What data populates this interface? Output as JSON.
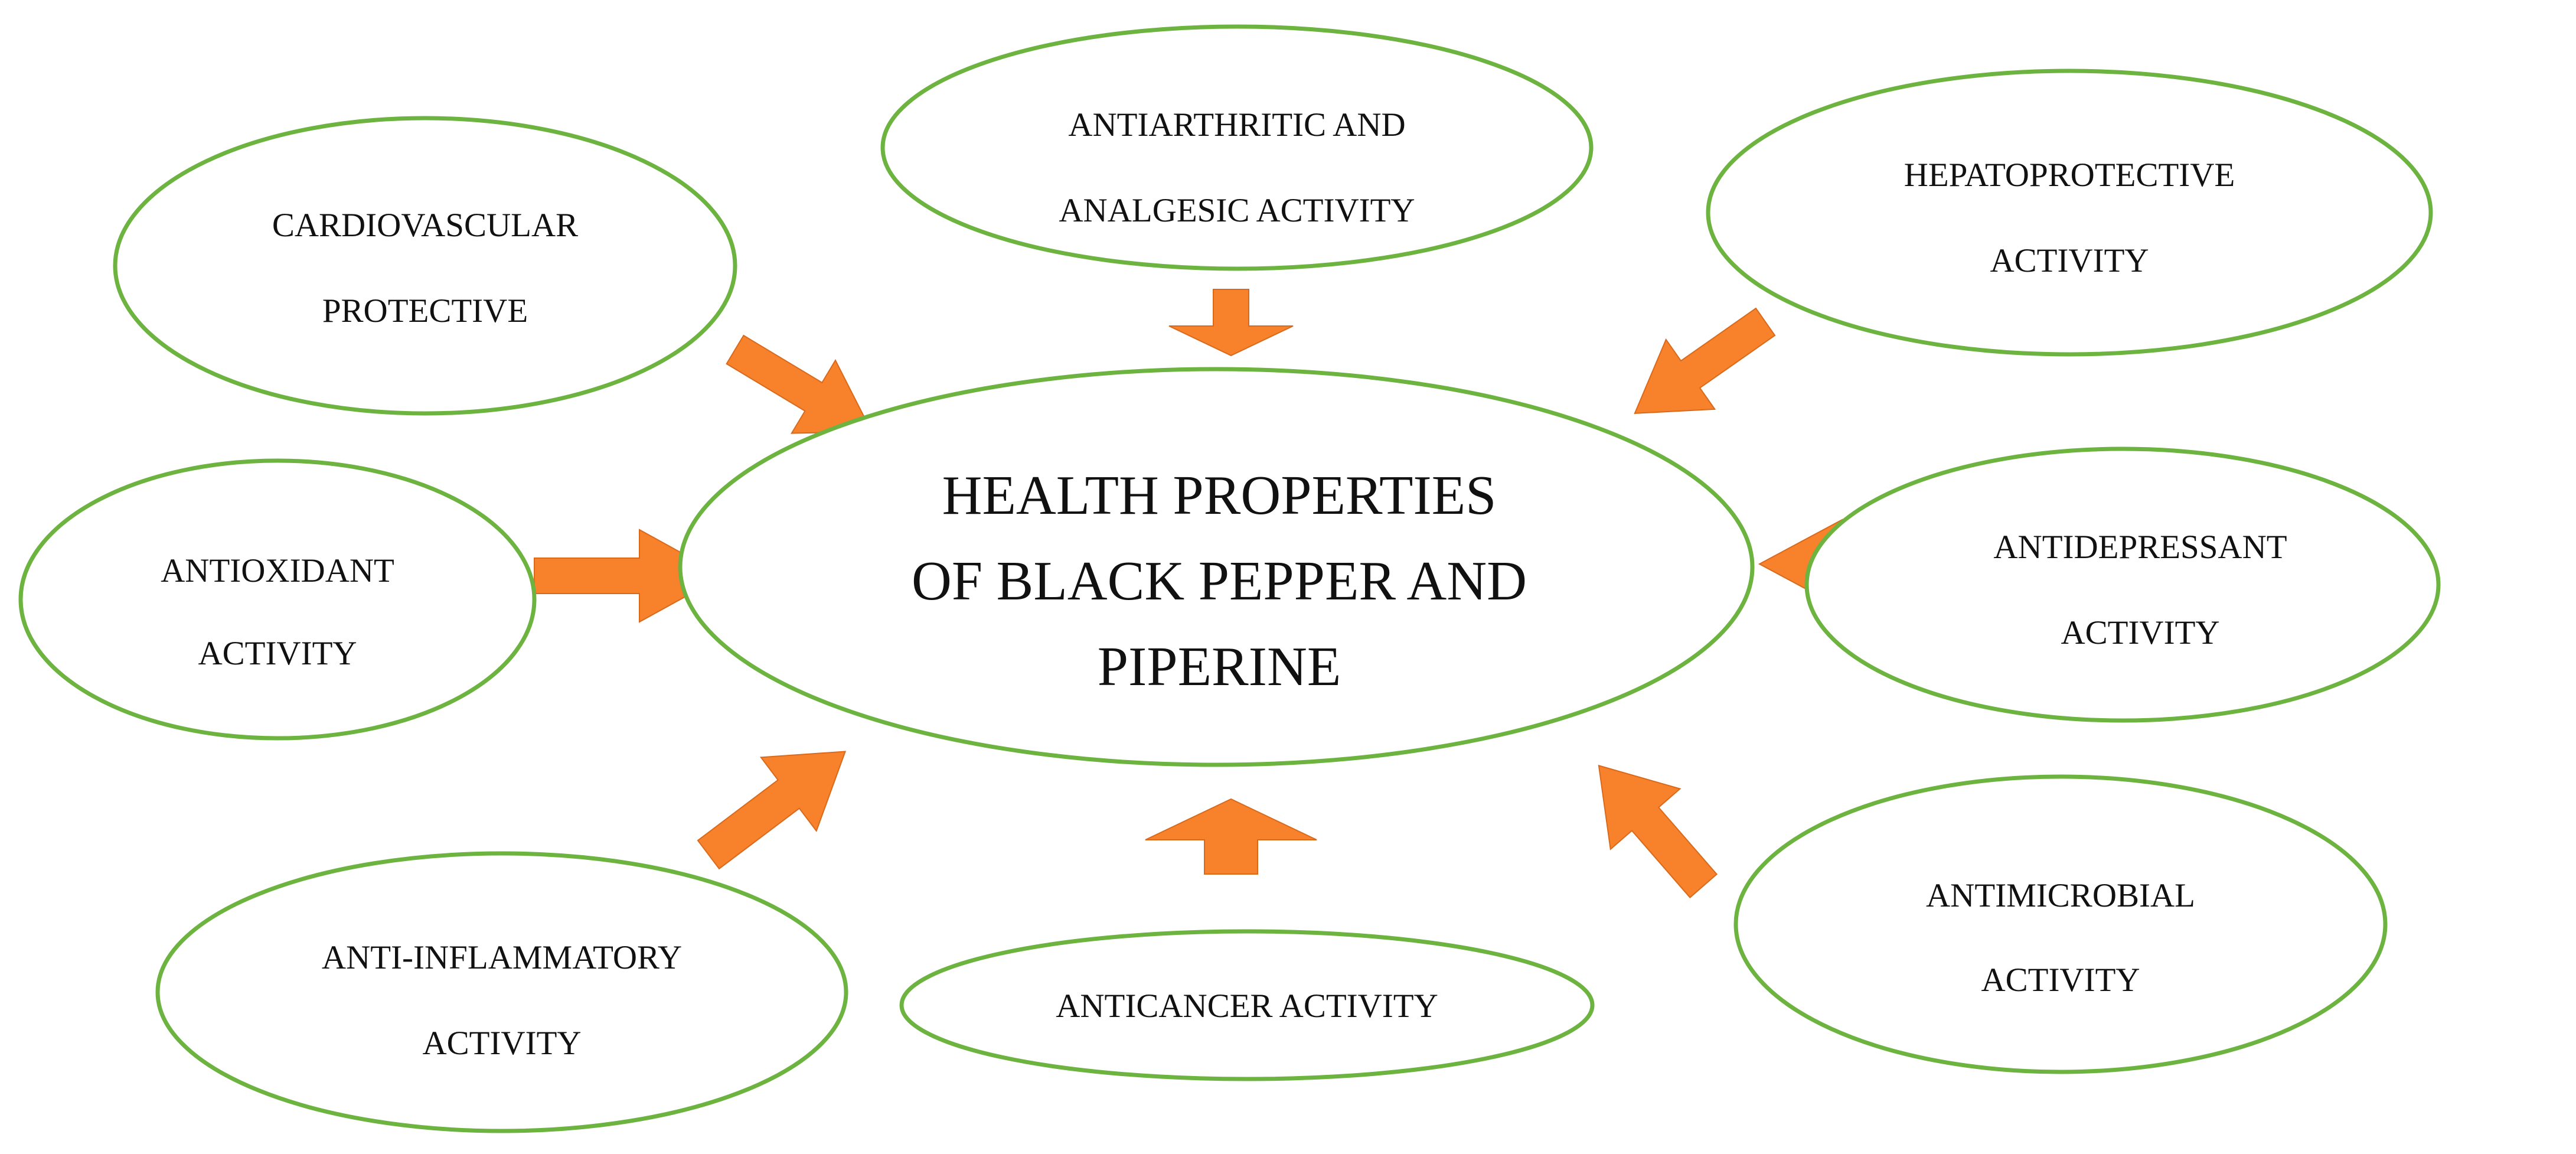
{
  "center": {
    "lines": [
      "HEALTH PROPERTIES",
      "OF BLACK PEPPER AND",
      "PIPERINE"
    ]
  },
  "nodes": {
    "cardiovascular": {
      "lines": [
        "CARDIOVASCULAR",
        "PROTECTIVE"
      ]
    },
    "antiarthritic": {
      "lines": [
        "ANTIARTHRITIC AND",
        "ANALGESIC ACTIVITY"
      ]
    },
    "hepatoprotective": {
      "lines": [
        "HEPATOPROTECTIVE",
        "ACTIVITY"
      ]
    },
    "antioxidant": {
      "lines": [
        "ANTIOXIDANT",
        "ACTIVITY"
      ]
    },
    "antidepressant": {
      "lines": [
        "ANTIDEPRESSANT",
        "ACTIVITY"
      ]
    },
    "anti_inflammatory": {
      "lines": [
        "ANTI-INFLAMMATORY",
        "ACTIVITY"
      ]
    },
    "anticancer": {
      "lines": [
        "ANTICANCER ACTIVITY"
      ]
    },
    "antimicrobial": {
      "lines": [
        "ANTIMICROBIAL",
        "ACTIVITY"
      ]
    }
  },
  "colors": {
    "ellipse_stroke": "#6cb33f",
    "arrow_fill": "#f7822b",
    "text": "#111111"
  }
}
